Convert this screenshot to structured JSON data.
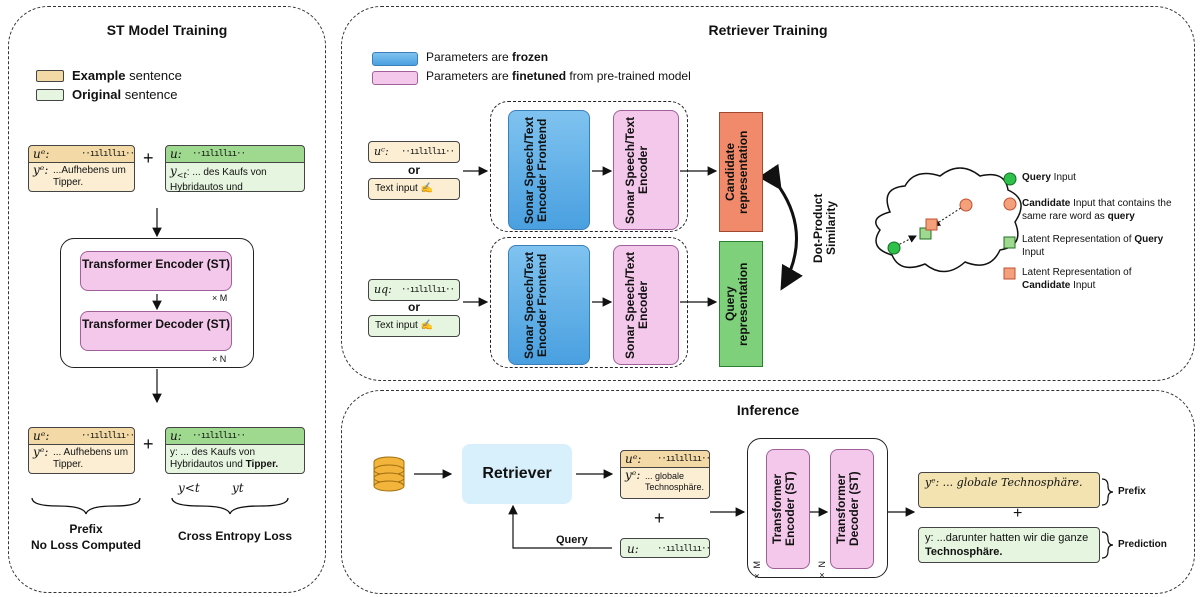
{
  "st": {
    "title": "ST Model Training",
    "legend_example_bold": "Example",
    "legend_example_rest": " sentence",
    "legend_original_bold": "Original",
    "legend_original_rest": " sentence",
    "ue": "uᵉ:",
    "ye": "yᵉ:",
    "ye_text1": "...Aufhebens um Tipper.",
    "u": "u:",
    "yt": "y",
    "yt_sub": "<t",
    "yt_text1": ": ... des Kaufs von Hybridautos und",
    "plus": "+",
    "encoder": "Transformer Encoder (ST)",
    "xm": "× M",
    "decoder": "Transformer Decoder (ST)",
    "xn": "× N",
    "ye_text2": "... Aufhebens um Tipper.",
    "y_text2a": "y: ... des Kaufs von Hybridautos und ",
    "y_text2b": "Tipper.",
    "ylt": "y<t",
    "yt2": "yt",
    "prefix": "Prefix",
    "noloss": "No Loss Computed",
    "ce": "Cross Entropy Loss"
  },
  "rt": {
    "title": "Retriever Training",
    "frozen_a": "Parameters are ",
    "frozen_b": "frozen",
    "fine_a": "Parameters are ",
    "fine_b": "finetuned",
    "fine_c": " from pre-trained model",
    "uc": "uᶜ:",
    "uq": "uq:",
    "or": "or",
    "text_input": "Text input",
    "frontend": "Sonar Speech/Text Encoder Frontend",
    "encoder": "Sonar Speech/Text Encoder",
    "cand_rep": "Candidate representation",
    "query_rep": "Query representation",
    "dot": "Dot-Product Similarity",
    "legend": [
      {
        "bold": "Query",
        "rest": " Input"
      },
      {
        "bold": "Candidate",
        "rest": " Input that contains the same rare word as ",
        "bold2": "query"
      },
      {
        "pre": "Latent Representation of ",
        "bold": "Query",
        "rest": " Input"
      },
      {
        "pre": "Latent Representation of ",
        "bold": "Candidate",
        "rest": " Input"
      }
    ]
  },
  "inf": {
    "title": "Inference",
    "retriever": "Retriever",
    "ue": "uᵉ:",
    "ye": "yᵉ:",
    "ye_text": "... globale Technosphäre.",
    "plus": "+",
    "u": "u:",
    "query": "Query",
    "encoder": "Transformer Encoder (ST)",
    "decoder": "Transformer Decoder (ST)",
    "xm": "× M",
    "xn": "× N",
    "out_ye": "yᵉ: ... globale Technosphäre.",
    "out_y_a": "y: ...darunter hatten wir die ganze ",
    "out_y_b": "Technosphäre.",
    "prefix": "Prefix",
    "prediction": "Prediction"
  },
  "colors": {
    "tan": "#f2d9a6",
    "green": "#9ed98f",
    "pink": "#f3c8ea",
    "blue": "#4aa0e0",
    "orange": "#f08a6a"
  }
}
